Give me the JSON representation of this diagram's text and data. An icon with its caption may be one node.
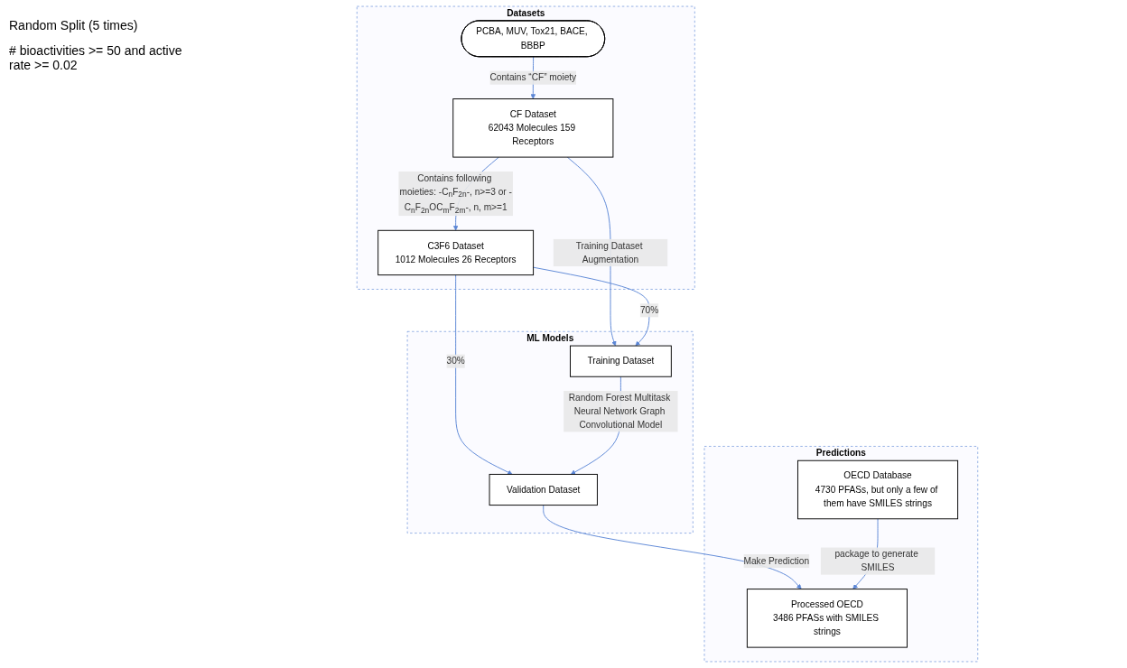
{
  "diagram": {
    "nodes": [
      {
        "text": [
          "Datasets"
        ]
      },
      {
        "text": [
          "PCBA, MUV, Tox21, BACE, BBBP"
        ],
        "in": 0
      },
      {
        "text": [
          "CF Dataset",
          "62043 Molecules 159 Receptors"
        ],
        "in": 0
      },
      {
        "text": [
          "C3F6 Dataset",
          "1012 Molecules 26 Receptors"
        ],
        "in": 0
      },
      {
        "text": [
          "ML Models"
        ]
      },
      {
        "text": [
          "Training Dataset"
        ],
        "in": 4
      },
      {
        "text": [
          "Validation Dataset"
        ],
        "in": 4
      },
      {
        "text": [
          "Predictions"
        ]
      },
      {
        "text": [
          "OECD Database",
          "4730 PFASs, but only a few of them have SMILES strings"
        ],
        "in": 7
      },
      {
        "text": [
          "Processed OECD",
          "3486 PFASs with SMILES strings"
        ],
        "in": 7
      }
    ],
    "edges": [
      {
        "from": 1,
        "to": 2,
        "arrow": "to",
        "label": "Contains “CF” moiety"
      },
      {
        "from": 2,
        "to": 3,
        "arrow": "to",
        "label": "Contains following moieties: -C$_{n}$F$_{2n}$-, n>=3 or -C$_{n}$F$_{2n}$OC$_{m}$F$_{2m}$-, n, m>=1"
      },
      {
        "from": 2,
        "to": 5,
        "arrow": "to",
        "label": "Training Dataset Augmentation"
      },
      {
        "from": 3,
        "to": 5,
        "arrow": "to",
        "label": "70%"
      },
      {
        "from": 3,
        "to": 6,
        "arrow": "to",
        "label": "30%"
      },
      {
        "from": 5,
        "to": 6,
        "arrow": "to",
        "label": "Random Forest Multitask Neural Network Graph Convolutional Model"
      },
      {
        "from": 6,
        "to": 9,
        "arrow": "to",
        "label": "Make Prediction"
      },
      {
        "from": 8,
        "to": 9,
        "arrow": "to",
        "label": "package to generate SMILES"
      }
    ],
    "labels": [
      "Random Split (5 times)",
      "# bioactivities >= 50 and active rate >= 0.02"
    ]
  }
}
